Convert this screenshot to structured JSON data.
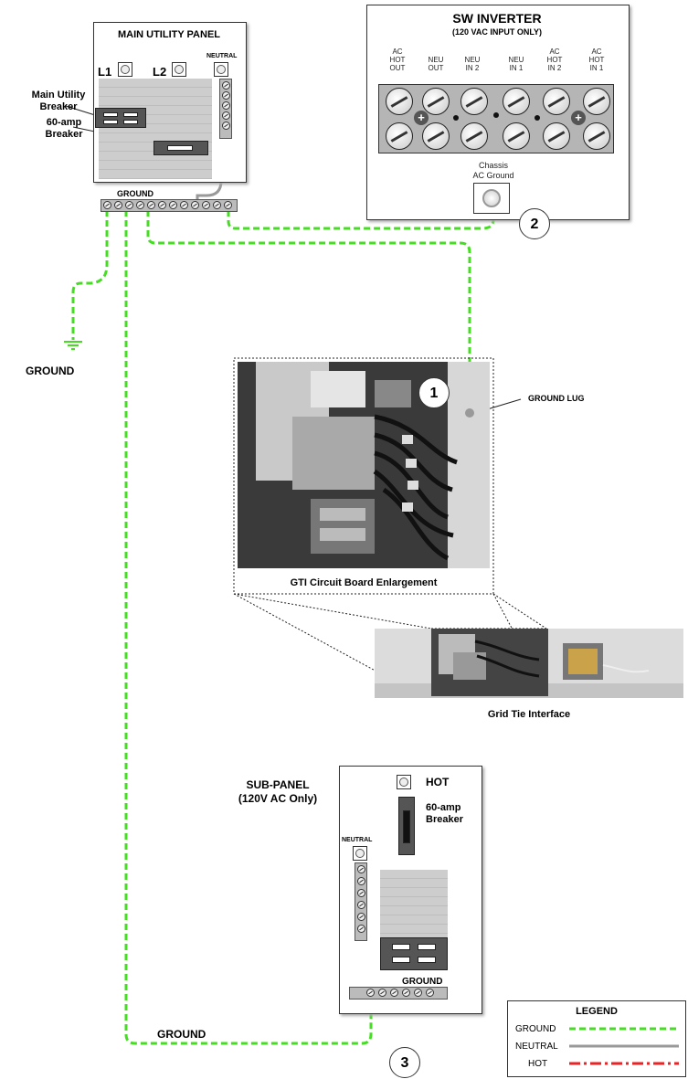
{
  "main_panel": {
    "title": "MAIN UTILITY PANEL",
    "l1": "L1",
    "l2": "L2",
    "neutral": "NEUTRAL",
    "ground": "GROUND",
    "main_breaker_label_1": "Main Utility",
    "main_breaker_label_2": "Breaker",
    "amp_breaker_label_1": "60-amp",
    "amp_breaker_label_2": "Breaker"
  },
  "earth_ground_label": "GROUND",
  "inverter": {
    "title": "SW INVERTER",
    "subtitle": "(120 VAC INPUT ONLY)",
    "terminals": [
      [
        "AC",
        "HOT",
        "OUT"
      ],
      [
        "NEU",
        "OUT",
        ""
      ],
      [
        "NEU",
        "IN 2",
        ""
      ],
      [
        "NEU",
        "IN 1",
        ""
      ],
      [
        "AC",
        "HOT",
        "IN 2"
      ],
      [
        "AC",
        "HOT",
        "IN 1"
      ]
    ],
    "chassis_1": "Chassis",
    "chassis_2": "AC Ground"
  },
  "markers": {
    "m1": "1",
    "m2": "2",
    "m3": "3"
  },
  "gti": {
    "ground_lug": "GROUND LUG",
    "enlargement_caption": "GTI Circuit Board Enlargement",
    "interface_caption": "Grid Tie Interface"
  },
  "sub_panel": {
    "title_1": "SUB-PANEL",
    "title_2": "(120V AC Only)",
    "hot": "HOT",
    "breaker_1": "60-amp",
    "breaker_2": "Breaker",
    "neutral": "NEUTRAL",
    "ground": "GROUND"
  },
  "bottom_ground_label": "GROUND",
  "legend": {
    "title": "LEGEND",
    "ground": "GROUND",
    "neutral": "NEUTRAL",
    "hot": "HOT"
  },
  "colors": {
    "ground_wire": "#44dd22",
    "neutral_wire": "#999999",
    "hot_wire": "#ee2222"
  }
}
